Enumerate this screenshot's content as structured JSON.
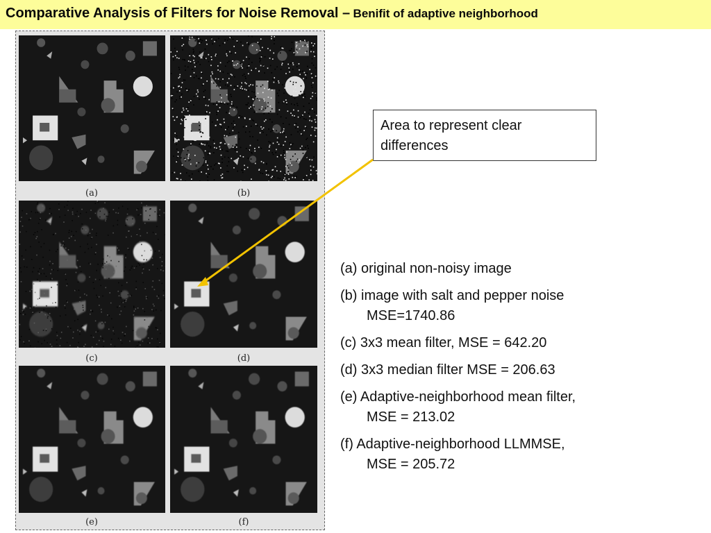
{
  "title": {
    "main": "Comparative Analysis of Filters for Noise Removal –",
    "sub": "Benifit of adaptive neighborhood"
  },
  "panels": [
    {
      "label": "(a)"
    },
    {
      "label": "(b)"
    },
    {
      "label": "(c)"
    },
    {
      "label": "(d)"
    },
    {
      "label": "(e)"
    },
    {
      "label": "(f)"
    }
  ],
  "callout": {
    "line1": "Area to represent clear",
    "line2": "differences"
  },
  "legend": [
    {
      "line1": "(a) original non-noisy image",
      "line2": ""
    },
    {
      "line1": "(b)  image with salt and pepper noise",
      "line2": "MSE=1740.86"
    },
    {
      "line1": "(c)  3x3 mean filter, MSE = 642.20",
      "line2": ""
    },
    {
      "line1": "(d)  3x3 median filter MSE = 206.63",
      "line2": ""
    },
    {
      "line1": "(e)  Adaptive-neighborhood mean filter,",
      "line2": "MSE = 213.02"
    },
    {
      "line1": "(f)    Adaptive-neighborhood LLMMSE,",
      "line2": "MSE = 205.72"
    }
  ],
  "colors": {
    "title_bg": "#fdfd9a",
    "arrow": "#f2c200",
    "panel_bg": "#161616"
  }
}
